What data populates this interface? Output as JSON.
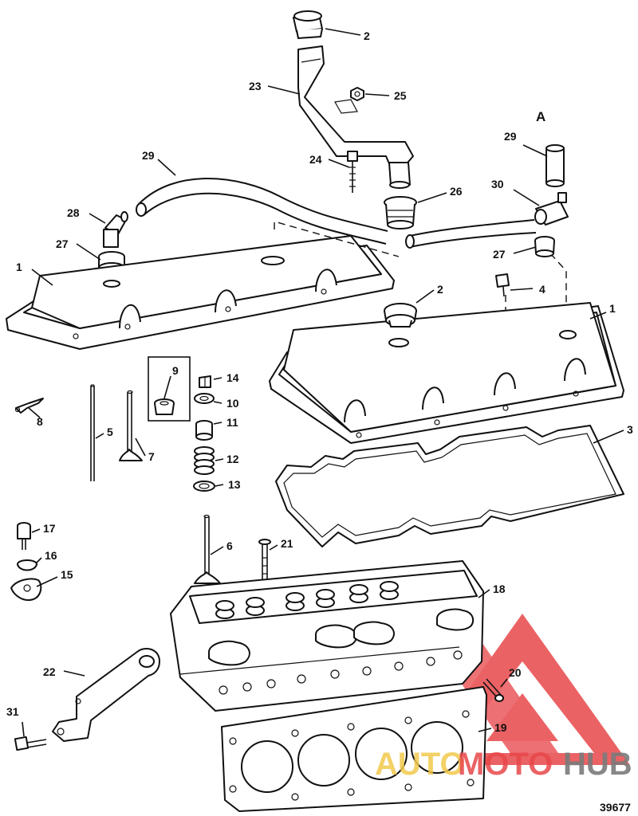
{
  "figure_number": "39677",
  "view_label": "A",
  "watermark": {
    "text_part1": "AUTO",
    "text_part2": "MOTO",
    "text_part3": "HUB",
    "color_red": "#e8474a",
    "color_gold": "#f2c94c",
    "color_grey": "#7b7b7b"
  },
  "callouts": {
    "c1_left": "1",
    "c1_right": "1",
    "c2_top": "2",
    "c2_mid": "2",
    "c3": "3",
    "c4": "4",
    "c5": "5",
    "c6": "6",
    "c7": "7",
    "c8": "8",
    "c9": "9",
    "c10": "10",
    "c11": "11",
    "c12": "12",
    "c13": "13",
    "c14": "14",
    "c15": "15",
    "c16": "16",
    "c17": "17",
    "c18": "18",
    "c19": "19",
    "c20": "20",
    "c21": "21",
    "c22": "22",
    "c23": "23",
    "c24": "24",
    "c25": "25",
    "c26": "26",
    "c27_left": "27",
    "c27_right": "27",
    "c28": "28",
    "c29_left": "29",
    "c29_right": "29",
    "c30": "30",
    "c31": "31"
  }
}
